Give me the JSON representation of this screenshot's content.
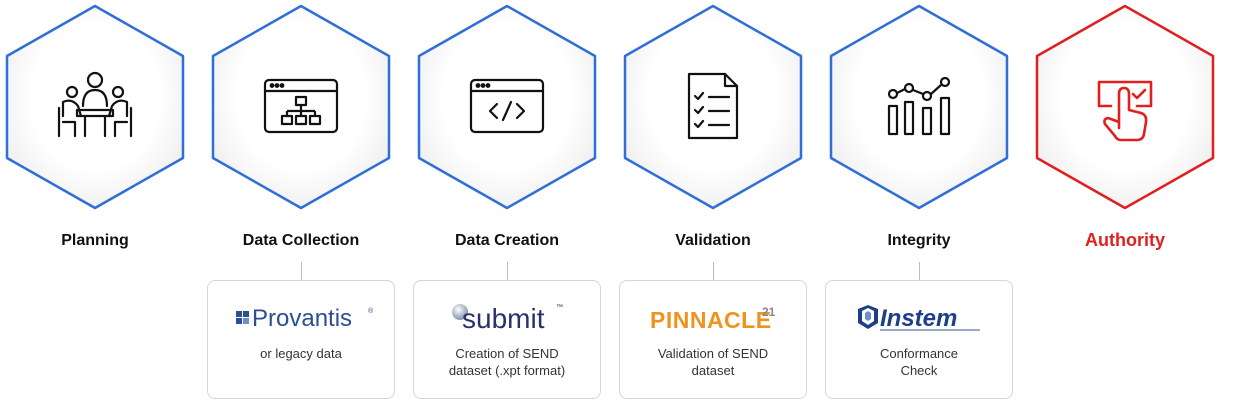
{
  "steps": [
    {
      "label": "Planning",
      "icon": "team-meeting-icon"
    },
    {
      "label": "Data Collection",
      "icon": "hierarchy-window-icon"
    },
    {
      "label": "Data Creation",
      "icon": "code-window-icon"
    },
    {
      "label": "Validation",
      "icon": "checklist-document-icon"
    },
    {
      "label": "Integrity",
      "icon": "bar-line-chart-icon"
    },
    {
      "label": "Authority",
      "icon": "hand-pointer-check-icon"
    }
  ],
  "cards": [
    {
      "logo": "Provantis",
      "logo_mark": "®",
      "desc_lines": [
        "or legacy data"
      ]
    },
    {
      "logo": "submit",
      "logo_mark": "™",
      "desc_lines": [
        "Creation of SEND",
        "dataset (.xpt format)"
      ]
    },
    {
      "logo": "PINNACLE",
      "logo_mark": "21",
      "desc_lines": [
        "Validation of SEND",
        "dataset"
      ]
    },
    {
      "logo": "Instem",
      "logo_mark": "",
      "desc_lines": [
        "Conformance",
        "Check"
      ]
    }
  ],
  "colors": {
    "blue": "#2f6fd6",
    "red": "#e0201f",
    "text": "#111111",
    "pinnacle_orange": "#f0931e",
    "instem_navy": "#1d3f88"
  }
}
